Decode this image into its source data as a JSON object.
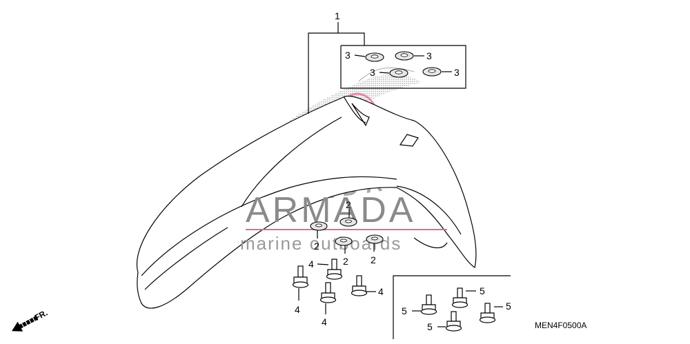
{
  "diagram_code": "MEN4F0500A",
  "direction_label": "FR.",
  "watermark": {
    "brand": "ARMADA",
    "tagline": "marine outboards",
    "logo_text": "HONDA"
  },
  "callouts": {
    "fender": "1",
    "front_washer": "2",
    "rear_washer": "3",
    "bolt_a": "4",
    "bolt_b": "5"
  },
  "colors": {
    "watermark_pink": "#e0689a",
    "watermark_gray": "#8a8a8a",
    "line": "#000000"
  }
}
